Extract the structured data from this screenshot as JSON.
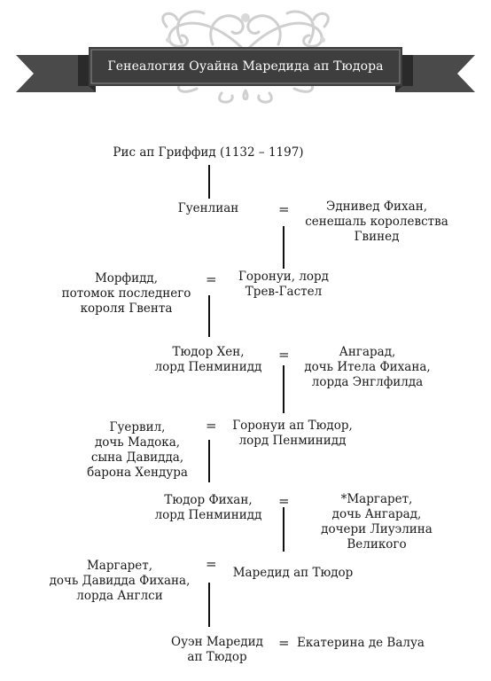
{
  "title": "Генеалогия Оуайна Маредида ап Тюдора",
  "equals_sign": "=",
  "tree": {
    "root": "Рис ап Гриффид (1132 – 1197)",
    "gen1": {
      "left": "Гуенлиан",
      "right": [
        "Эднивед Фихан,",
        "сенешаль королевства",
        "Гвинед"
      ]
    },
    "gen2": {
      "left": [
        "Морфидд,",
        "потомок последнего",
        "короля Гвента"
      ],
      "right": [
        "Горонуи, лорд",
        "Трев-Гастел"
      ]
    },
    "gen3": {
      "left": [
        "Тюдор Хен,",
        "лорд Пенминидд"
      ],
      "right": [
        "Ангарад,",
        "дочь Итела Фихана,",
        "лорда Энглфилда"
      ]
    },
    "gen4": {
      "left": [
        "Гуервил,",
        "дочь Мадока,",
        "сына Давидда,",
        "барона Хендура"
      ],
      "right": [
        "Горонуи ап Тюдор,",
        "лорд Пенминидд"
      ]
    },
    "gen5": {
      "left": [
        "Тюдор Фихан,",
        "лорд Пенминидд"
      ],
      "right": [
        "*Маргарет,",
        "дочь Ангарад,",
        "дочери Лиуэлина",
        "Великого"
      ]
    },
    "gen6": {
      "left": [
        "Маргарет,",
        "дочь Давидда Фихана,",
        "лорда Англси"
      ],
      "right": "Маредид ап Тюдор"
    },
    "gen7": {
      "left": [
        "Оуэн Маредид",
        "ап Тюдор"
      ],
      "right": "Екатерина де Валуа"
    }
  }
}
